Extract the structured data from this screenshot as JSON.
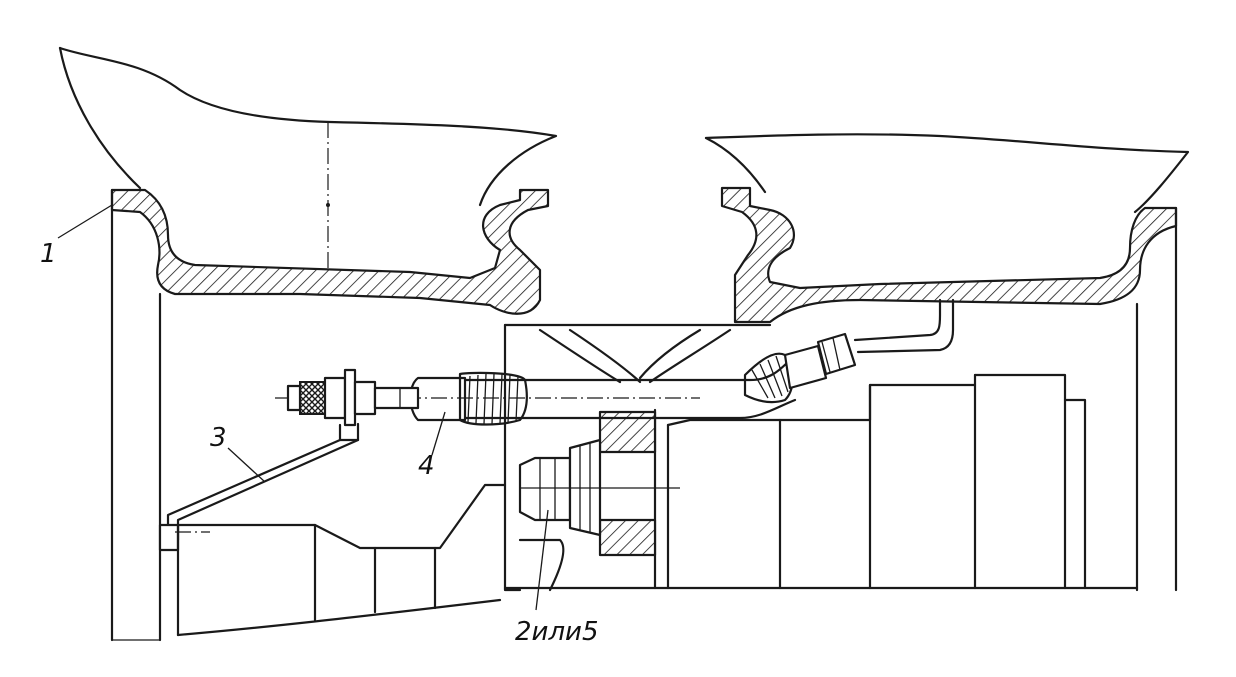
{
  "callouts": {
    "c1": "1",
    "c2": "2или5",
    "c3": "3",
    "c4": "4"
  },
  "colors": {
    "ink": "#1a1a1a",
    "paper": "#ffffff"
  }
}
